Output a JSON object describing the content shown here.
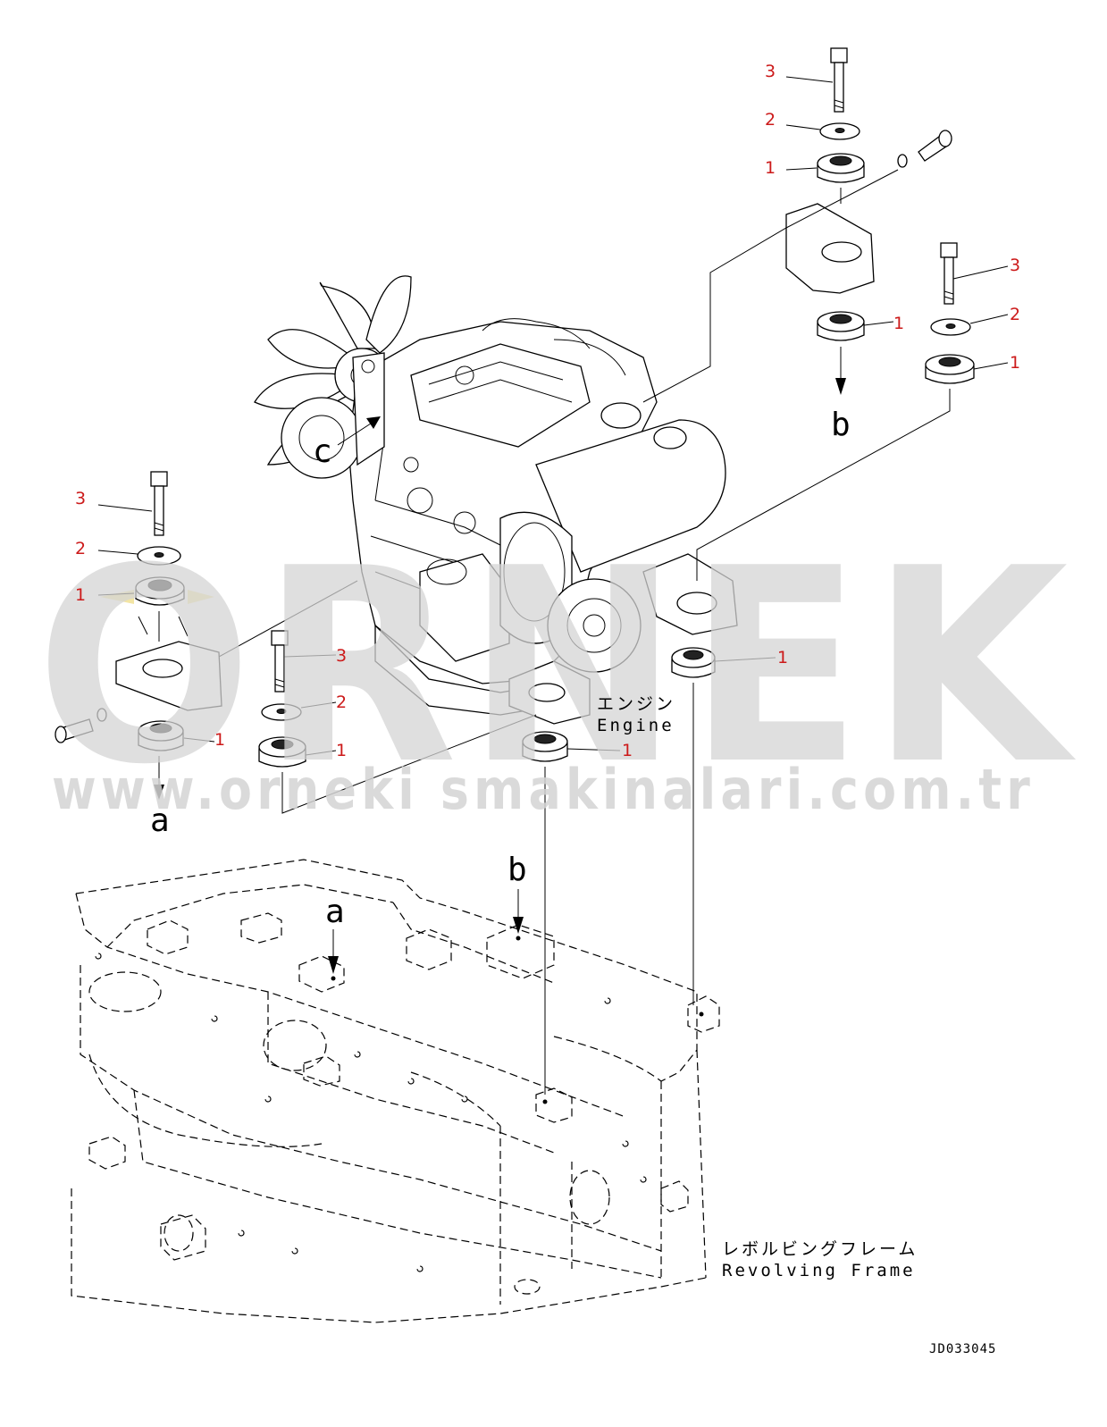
{
  "watermark": {
    "brand": "ORNEK",
    "url": "www.orneki smakinalari.com.tr"
  },
  "callout_color": "#cc1a1a",
  "callouts": {
    "mount_rubber": "1",
    "washer": "2",
    "bolt": "3"
  },
  "refs": {
    "a": "a",
    "b": "b",
    "c": "c"
  },
  "labels": {
    "engine_jp": "エンジン",
    "engine_en": "Engine",
    "frame_jp": "レボルビングフレーム",
    "frame_en": "Revolving Frame"
  },
  "drawing_code": "JD033045"
}
